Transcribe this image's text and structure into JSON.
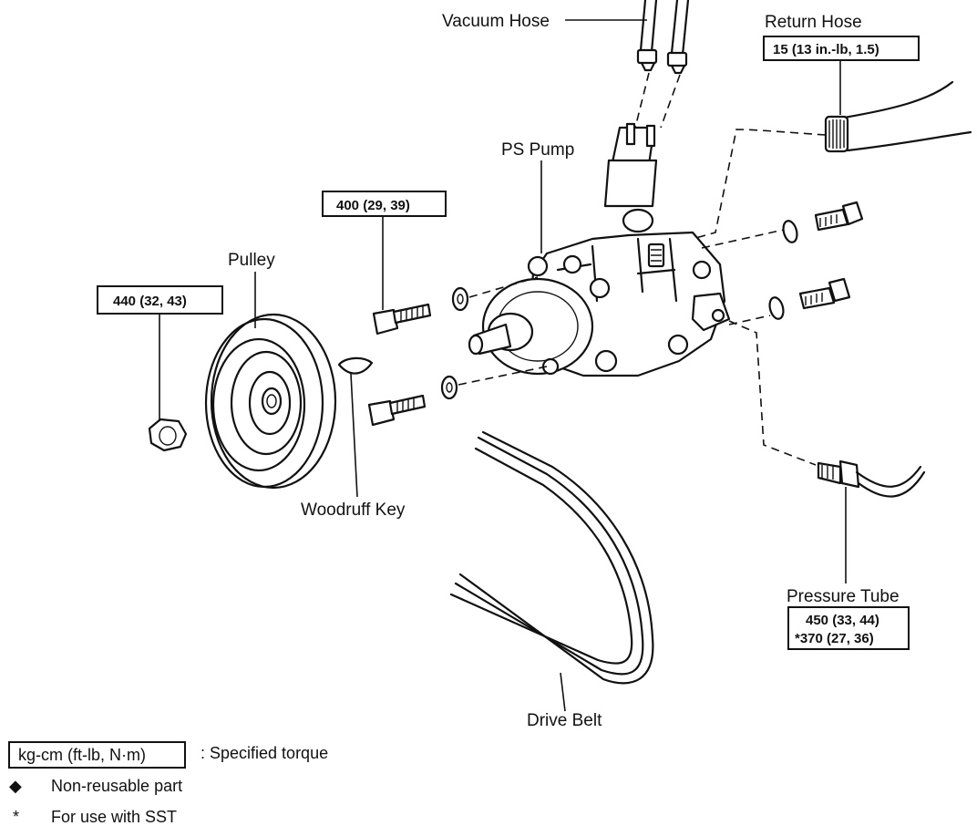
{
  "labels": {
    "vacuum_hose": "Vacuum Hose",
    "return_hose": "Return Hose",
    "ps_pump": "PS Pump",
    "pulley": "Pulley",
    "woodruff_key": "Woodruff Key",
    "pressure_tube": "Pressure Tube",
    "drive_belt": "Drive Belt"
  },
  "torque": {
    "return_hose": "15 (13 in.-lb, 1.5)",
    "bolt_upper": "400 (29, 39)",
    "pulley_nut": "440 (32, 43)",
    "pressure_tube": "450 (33, 44)",
    "pressure_tube_sst": "*370 (27, 36)"
  },
  "legend": {
    "unit_box": "kg-cm (ft-lb, N·m)",
    "unit_desc": ": Specified torque",
    "diamond_symbol": "◆",
    "non_reusable": "Non-reusable part",
    "star_symbol": "*",
    "sst": "For use with SST"
  },
  "icons": [
    "diamond-icon",
    "asterisk-icon"
  ]
}
